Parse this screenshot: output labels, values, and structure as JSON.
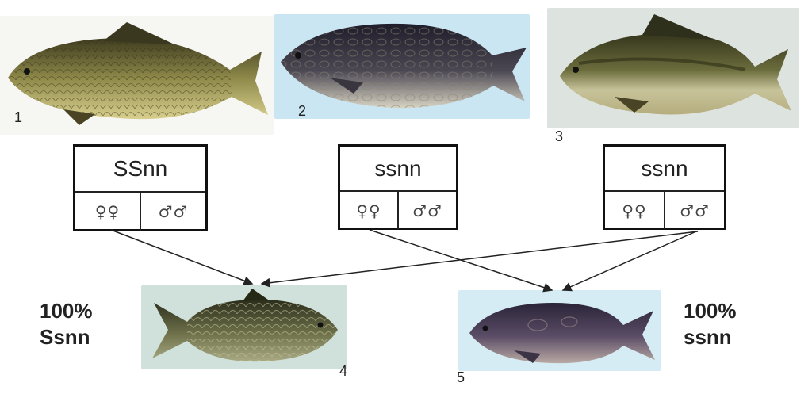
{
  "fish": [
    {
      "number": "1",
      "scale_type": "full-scaled carp",
      "bg": "#f5f5f0"
    },
    {
      "number": "2",
      "scale_type": "mirror carp",
      "bg": "#c9e6f2"
    },
    {
      "number": "3",
      "scale_type": "linear carp",
      "bg": "#dfe6e2"
    },
    {
      "number": "4",
      "scale_type": "scattered-scale offspring",
      "bg": "#cde0da"
    },
    {
      "number": "5",
      "scale_type": "mirror offspring",
      "bg": "#d6ecf4"
    }
  ],
  "genotype_boxes": [
    {
      "genotype": "SSnn",
      "female": "♀♀",
      "male": "♂♂"
    },
    {
      "genotype": "ssnn",
      "female": "♀♀",
      "male": "♂♂"
    },
    {
      "genotype": "ssnn",
      "female": "♀♀",
      "male": "♂♂"
    }
  ],
  "results": [
    {
      "percent": "100%",
      "genotype": "Ssnn"
    },
    {
      "percent": "100%",
      "genotype": "ssnn"
    }
  ],
  "colors": {
    "line": "#222222",
    "scaled_body": "#8f8a4a",
    "mirror_body": "#3e3a48",
    "linear_body": "#6b6c3c"
  },
  "icons": [
    "female-symbol-icon",
    "male-symbol-icon"
  ]
}
